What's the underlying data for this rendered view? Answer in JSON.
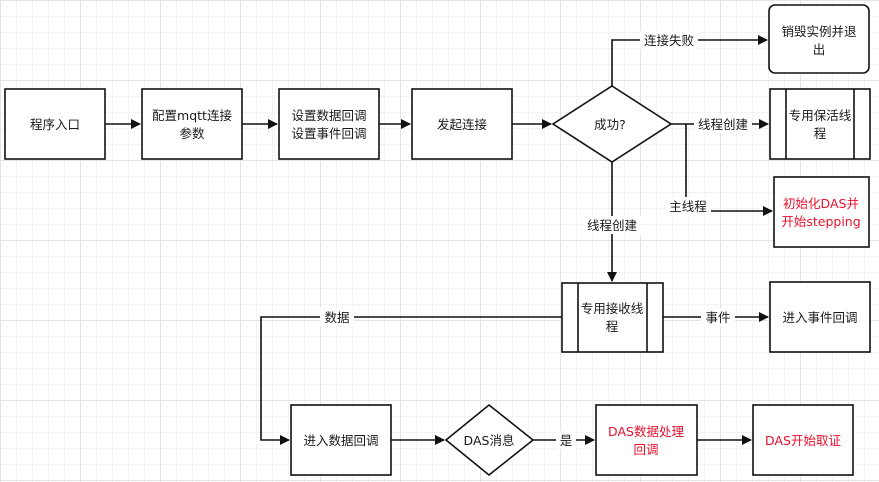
{
  "nodes": {
    "entry": "程序入口",
    "config_l1": "配置mqtt连接",
    "config_l2": "参数",
    "callback_l1": "设置数据回调",
    "callback_l2": "设置事件回调",
    "connect": "发起连接",
    "success": "成功?",
    "destroy_l1": "销毁实例并退",
    "destroy_l2": "出",
    "keepalive_l1": "专用保活线",
    "keepalive_l2": "程",
    "init_das_l1": "初始化DAS并",
    "init_das_l2": "开始stepping",
    "recv_l1": "专用接收线",
    "recv_l2": "程",
    "event_cb": "进入事件回调",
    "data_cb": "进入数据回调",
    "das_msg": "DAS消息",
    "das_process_l1": "DAS数据处理",
    "das_process_l2": "回调",
    "das_start": "DAS开始取证"
  },
  "edges": {
    "connect_fail": "连接失败",
    "thread_create_right": "线程创建",
    "main_thread": "主线程",
    "thread_create_down": "线程创建",
    "data": "数据",
    "event": "事件",
    "yes": "是"
  },
  "colors": {
    "highlight_text": "#e8112d",
    "line": "#111111",
    "grid": "#e4e4e4"
  }
}
